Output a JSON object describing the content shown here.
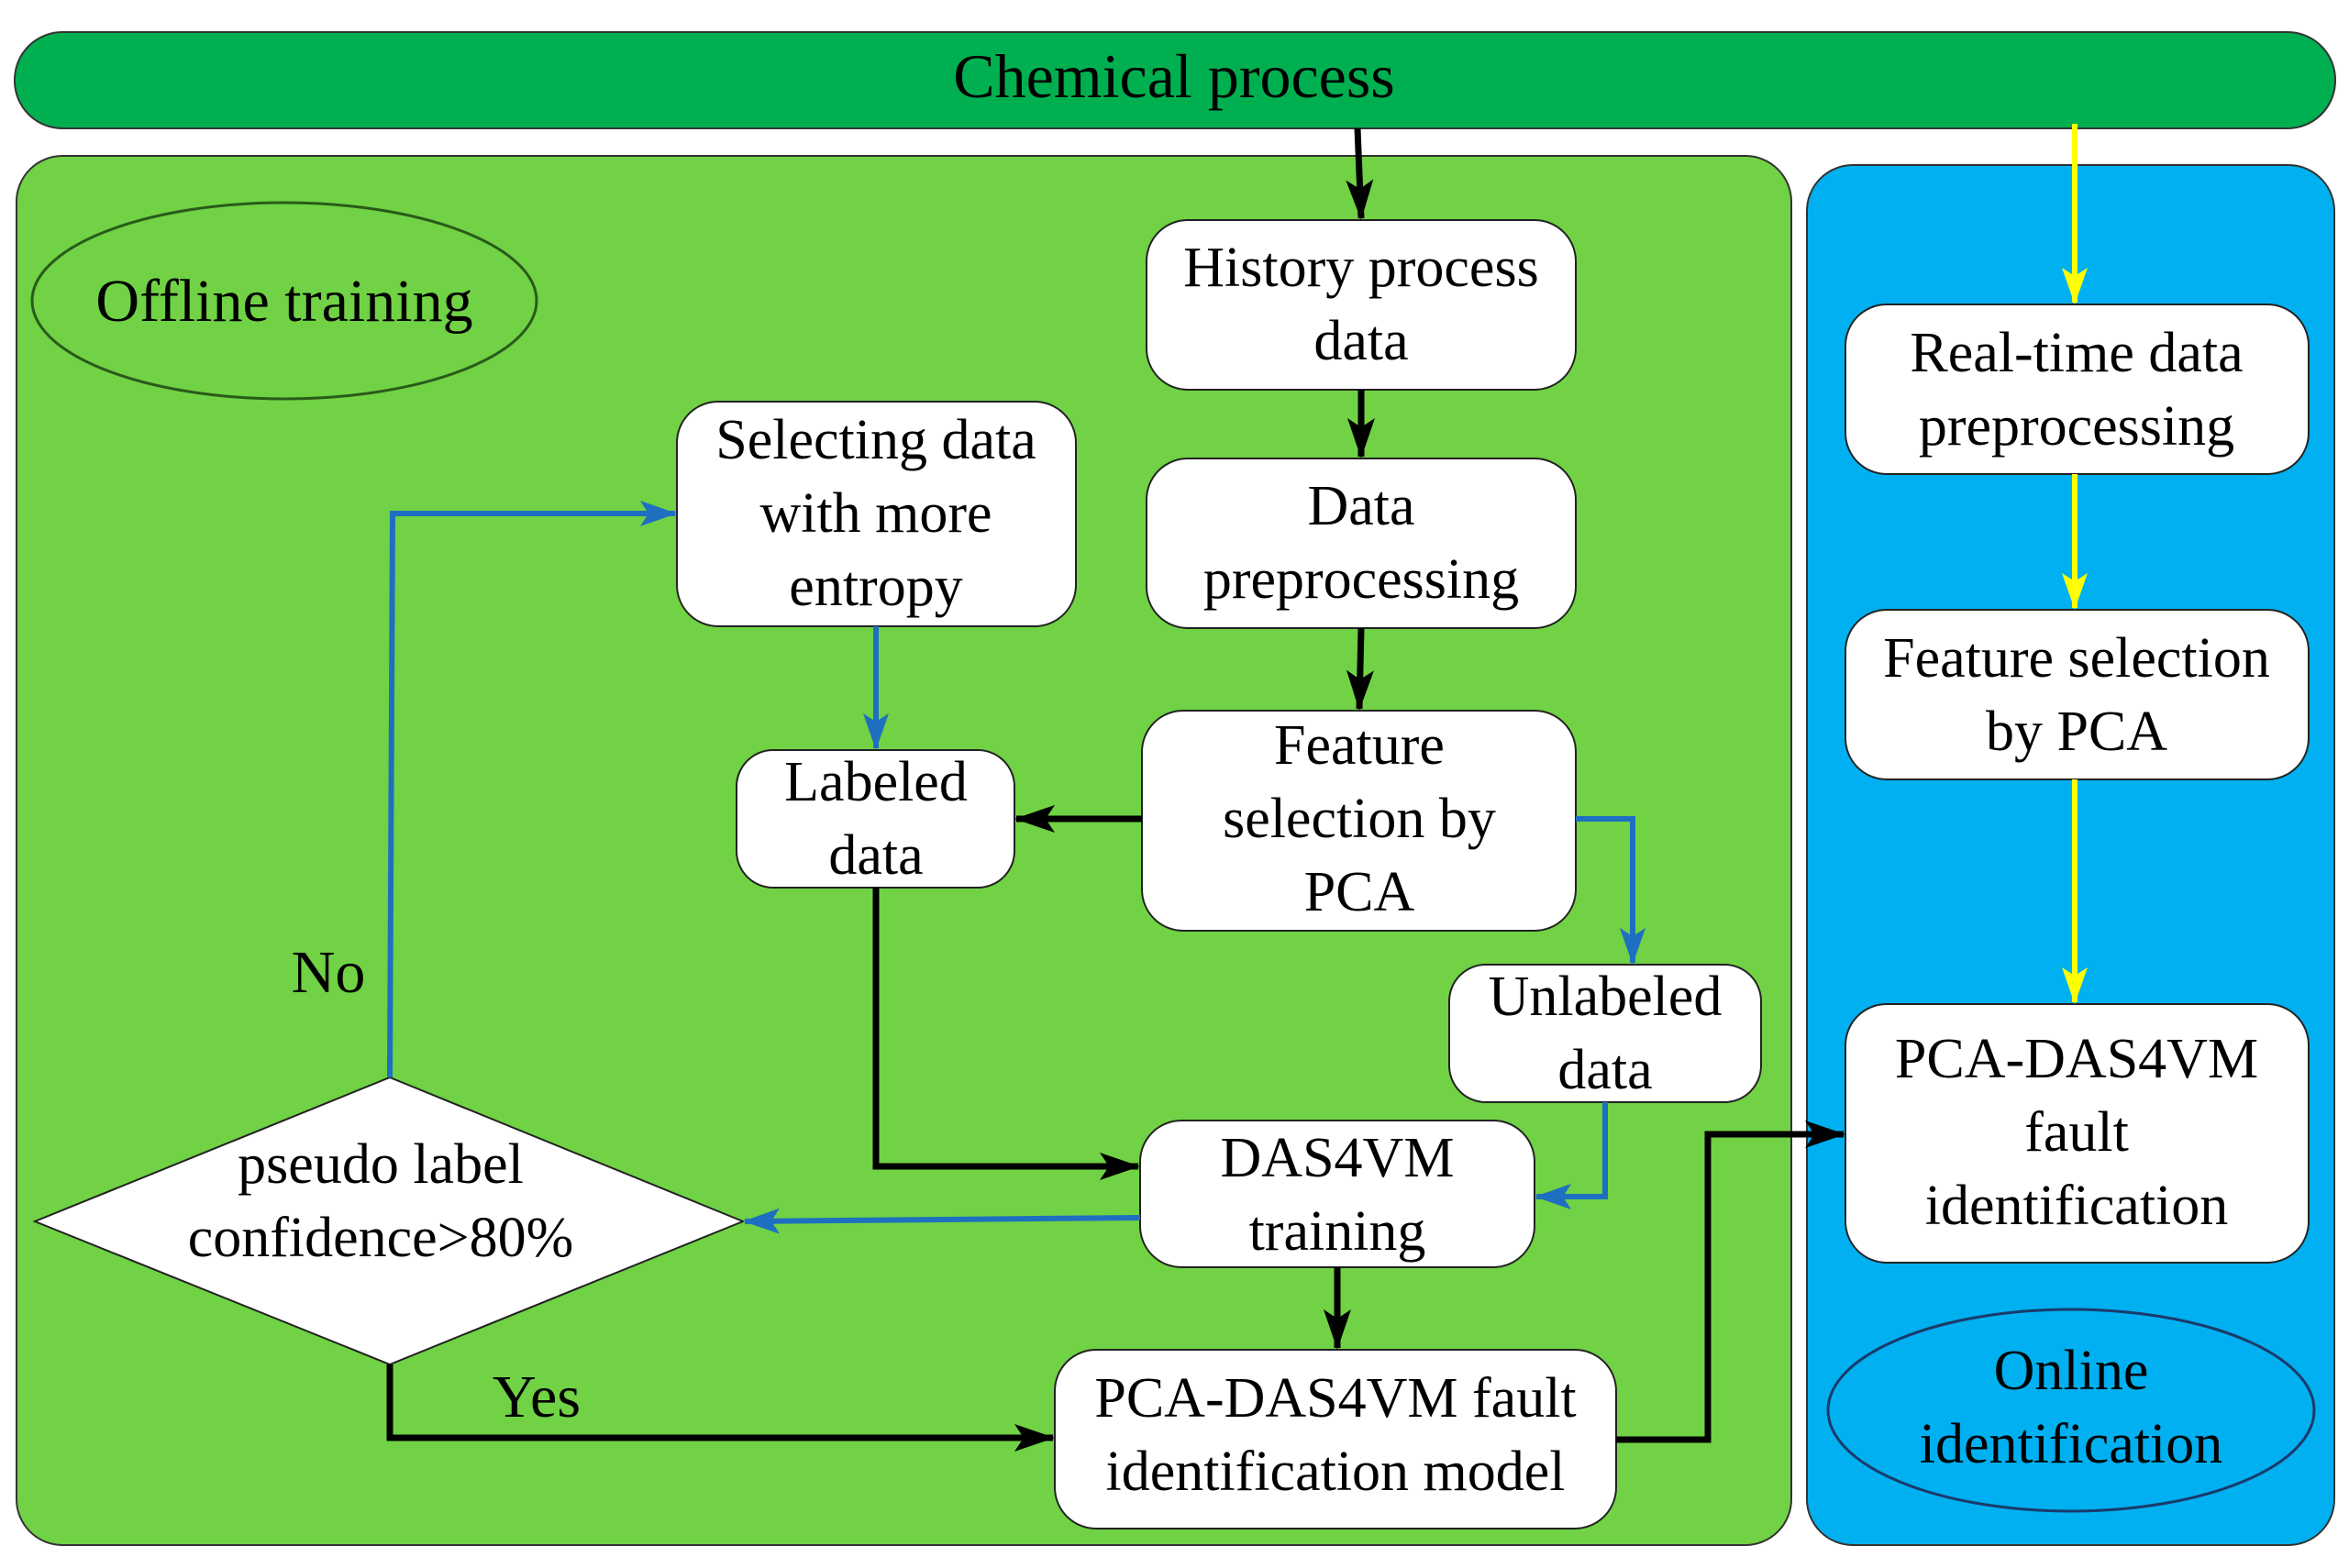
{
  "colors": {
    "top_bar": "#00b050",
    "offline_panel": "#70d244",
    "online_panel": "#00b0f0",
    "box_fill": "#ffffff",
    "arrow_black": "#000000",
    "arrow_blue": "#1f6fc0",
    "arrow_yellow": "#ffff00"
  },
  "header": {
    "title": "Chemical process"
  },
  "offline": {
    "label": "Offline training",
    "boxes": {
      "history": [
        "History process",
        "data"
      ],
      "preprocessing": [
        "Data",
        "preprocessing"
      ],
      "feature": [
        "Feature",
        "selection by",
        "PCA"
      ],
      "selecting": [
        "Selecting data",
        "with more",
        "entropy"
      ],
      "labeled": [
        "Labeled",
        "data"
      ],
      "unlabeled": [
        "Unlabeled",
        "data"
      ],
      "das4vm": [
        "DAS4VM",
        "training"
      ],
      "model": [
        "PCA-DAS4VM fault",
        "identification model"
      ]
    },
    "decision": [
      "pseudo label",
      "confidence>80%"
    ],
    "no_label": "No",
    "yes_label": "Yes"
  },
  "online": {
    "label": [
      "Online",
      "identification"
    ],
    "boxes": {
      "realtime": [
        "Real-time data",
        "preprocessing"
      ],
      "feature": [
        "Feature selection",
        "by PCA"
      ],
      "fault": [
        "PCA-DAS4VM",
        "fault",
        "identification"
      ]
    }
  },
  "icons": [
    "arrow-black",
    "arrow-blue",
    "arrow-yellow"
  ]
}
